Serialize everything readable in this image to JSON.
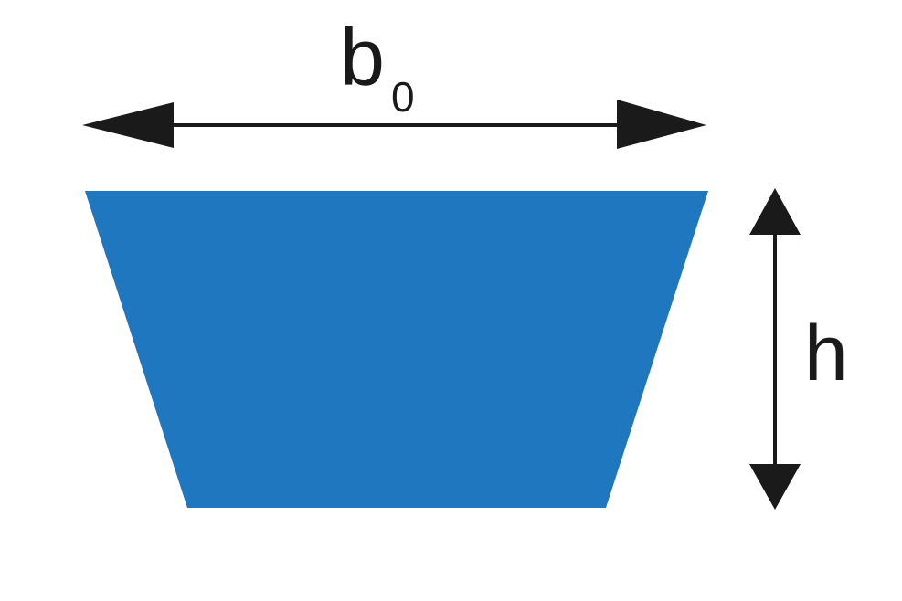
{
  "labels": {
    "width_main": "b",
    "width_sub": "0",
    "height": "h"
  },
  "colors": {
    "shape_fill": "#1f77bf",
    "arrow": "#1a1a1a",
    "background": "#ffffff"
  },
  "shape": "trapezoid"
}
